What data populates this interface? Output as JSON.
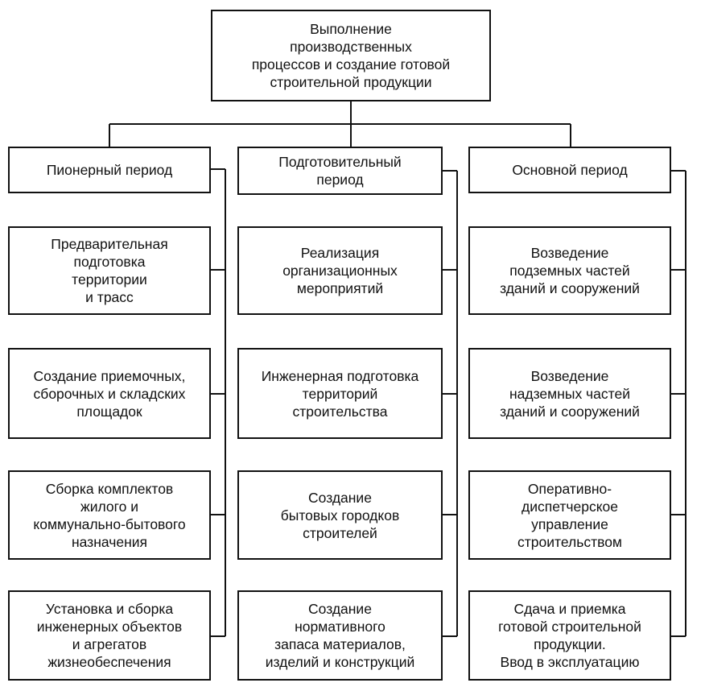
{
  "root": {
    "label": "Выполнение\nпроизводственных\nпроцессов и создание готовой\nстроительной продукции"
  },
  "columns": [
    {
      "header": "Пионерный период",
      "items": [
        "Предварительная\nподготовка\nтерритории\nи трасс",
        "Создание приемочных,\nсборочных и складских\nплощадок",
        "Сборка комплектов\nжилого и\nкоммунально-бытового\nназначения",
        "Установка и сборка\nинженерных объектов\nи агрегатов\nжизнеобеспечения"
      ]
    },
    {
      "header": "Подготовительный\nпериод",
      "items": [
        "Реализация\nорганизационных\nмероприятий",
        "Инженерная подготовка\nтерриторий\nстроительства",
        "Создание\nбытовых городков\nстроителей",
        "Создание\nнормативного\nзапаса материалов,\nизделий и конструкций"
      ]
    },
    {
      "header": "Основной период",
      "items": [
        "Возведение\nподземных частей\nзданий и сооружений",
        "Возведение\nнадземных частей\nзданий и сооружений",
        "Оперативно-\nдиспетчерское\nуправление\nстроительством",
        "Сдача и приемка\nготовой строительной\nпродукции.\nВвод в эксплуатацию"
      ]
    }
  ]
}
